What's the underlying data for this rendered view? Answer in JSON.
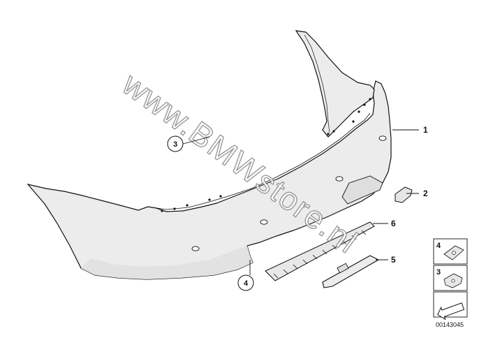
{
  "watermark": "www.BMWstore.nl",
  "callouts": {
    "bumper": "1",
    "bracket": "2",
    "clip_upper": "3",
    "clip_lower": "4",
    "reflector": "5",
    "guide_rail": "6"
  },
  "legend": {
    "item_top": "4",
    "item_middle": "3"
  },
  "diagram_id": "00143045",
  "colors": {
    "line": "#111111",
    "fill": "#ececec",
    "watermark_stroke": "#8a8a8a"
  }
}
